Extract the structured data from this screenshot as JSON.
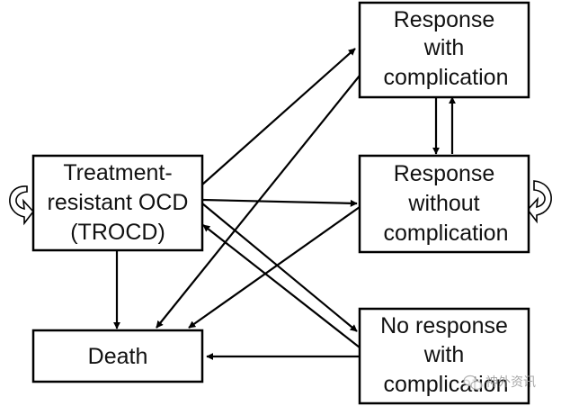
{
  "nodes": {
    "trocd": {
      "lines": [
        "Treatment-",
        "resistant OCD",
        "(TROCD)"
      ]
    },
    "response_with_complication": {
      "lines": [
        "Response",
        "with",
        "complication"
      ]
    },
    "response_without_complication": {
      "lines": [
        "Response",
        "without",
        "complication"
      ]
    },
    "no_response_with_complication": {
      "lines": [
        "No response",
        "with",
        "complication"
      ]
    },
    "death": {
      "lines": [
        "Death"
      ]
    }
  },
  "edges": [
    {
      "from": "trocd",
      "to": "response_with_complication"
    },
    {
      "from": "trocd",
      "to": "response_without_complication"
    },
    {
      "from": "trocd",
      "to": "no_response_with_complication"
    },
    {
      "from": "trocd",
      "to": "death"
    },
    {
      "from": "response_with_complication",
      "to": "response_without_complication"
    },
    {
      "from": "response_without_complication",
      "to": "response_with_complication"
    },
    {
      "from": "response_with_complication",
      "to": "death"
    },
    {
      "from": "response_without_complication",
      "to": "death"
    },
    {
      "from": "no_response_with_complication",
      "to": "trocd"
    },
    {
      "from": "no_response_with_complication",
      "to": "death"
    },
    {
      "from": "trocd",
      "to": "trocd",
      "type": "self-loop"
    },
    {
      "from": "response_without_complication",
      "to": "response_without_complication",
      "type": "self-loop"
    }
  ],
  "watermark": {
    "icon": "wechat-icon",
    "text": "神外资讯"
  }
}
